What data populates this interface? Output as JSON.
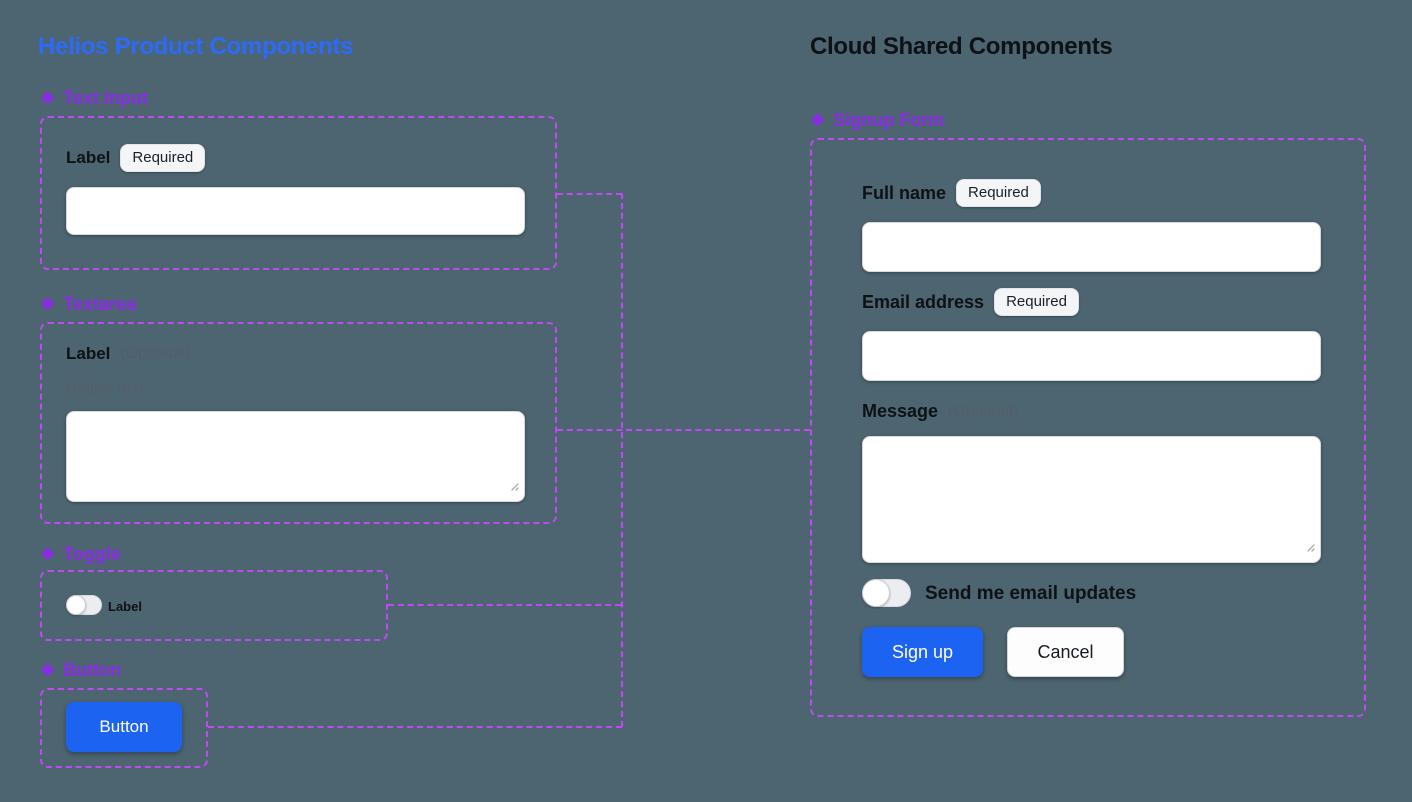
{
  "icons": {
    "component_glyph": "❖"
  },
  "colors": {
    "background": "#4D6570",
    "left_title": "#2C6BF9",
    "right_title": "#0E1116",
    "component_label": "#8B2BE6",
    "frame_dash": "#BE4AF3",
    "primary_button": "#1C63F2"
  },
  "left": {
    "title": "Helios Product Components",
    "text_input_section": {
      "label": "Text Input",
      "field_label": "Label",
      "badge": "Required",
      "input_value": ""
    },
    "textarea_section": {
      "label": "Textarea",
      "field_label": "Label",
      "optional": "(Optional)",
      "helper_text": "Helper text",
      "textarea_value": ""
    },
    "toggle_section": {
      "label": "Toggle",
      "toggle_label": "Label",
      "toggle_checked": false
    },
    "button_section": {
      "label": "Button",
      "button_label": "Button"
    }
  },
  "right": {
    "title": "Cloud Shared Components",
    "signup_form_section": {
      "label": "Signup Form",
      "full_name": {
        "label": "Full name",
        "badge": "Required",
        "value": ""
      },
      "email": {
        "label": "Email address",
        "badge": "Required",
        "value": ""
      },
      "message": {
        "label": "Message",
        "optional": "(Optional)",
        "value": ""
      },
      "email_updates_toggle": {
        "label": "Send me email updates",
        "checked": false
      },
      "signup_button": "Sign up",
      "cancel_button": "Cancel"
    }
  }
}
